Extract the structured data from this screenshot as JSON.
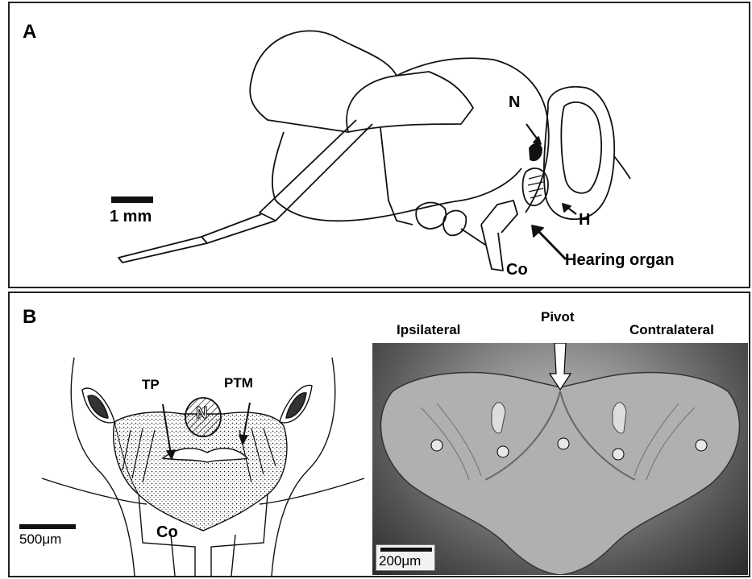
{
  "panel_a": {
    "label": "A",
    "scale_bar": "1 mm",
    "labels": {
      "n": "N",
      "h": "H",
      "co": "Co",
      "hearing_organ": "Hearing organ"
    }
  },
  "panel_b": {
    "label": "B",
    "drawing": {
      "labels": {
        "tp": "TP",
        "n": "N",
        "ptm": "PTM",
        "co": "Co"
      },
      "scale_bar": "500μm"
    },
    "sem": {
      "labels": {
        "ipsilateral": "Ipsilateral",
        "pivot": "Pivot",
        "contralateral": "Contralateral"
      },
      "scale_bar": "200μm"
    }
  }
}
